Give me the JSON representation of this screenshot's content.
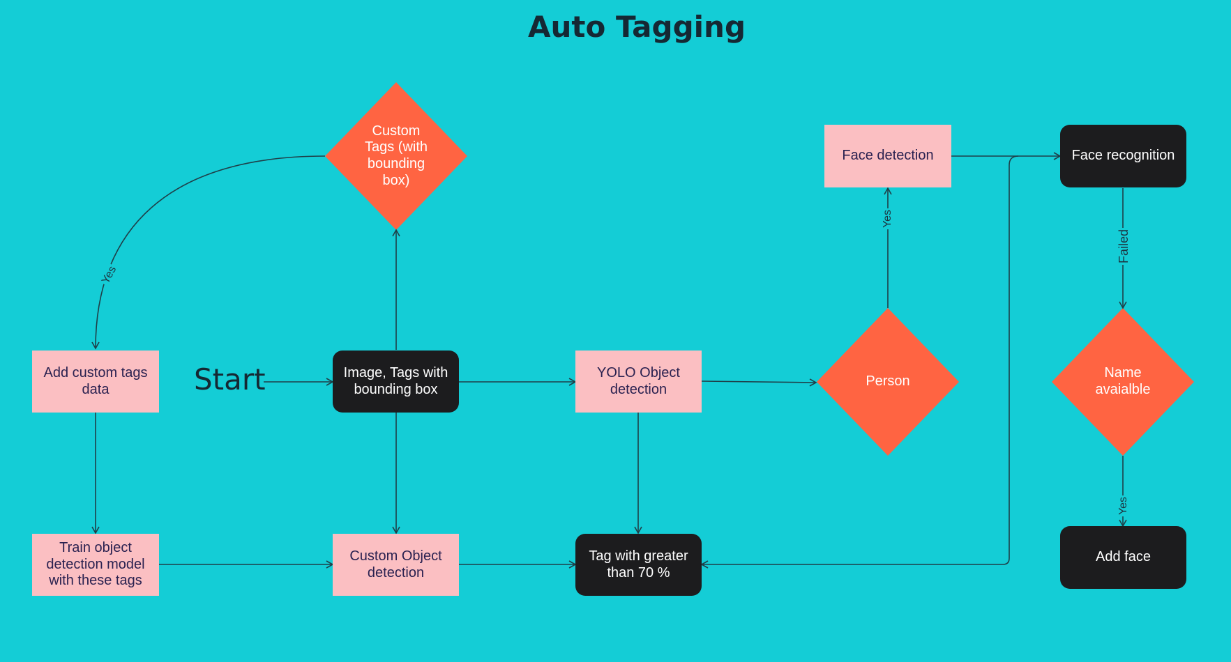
{
  "title": "Auto Tagging",
  "colors": {
    "background": "#14cdd6",
    "process_fill": "#fbbfc2",
    "terminal_fill": "#1c1c1e",
    "decision_fill": "#ff6442",
    "edge": "#1f3f48"
  },
  "start": "Start",
  "nodes": {
    "add_custom_tags": "Add custom tags data",
    "train_model": "Train object detection model with these tags",
    "image_tags": "Image, Tags with bounding box",
    "custom_tags_decision": "Custom Tags (with bounding box)",
    "custom_object_detection": "Custom Object detection",
    "yolo": "YOLO Object detection",
    "tag_greater": "Tag with greater than 70 %",
    "person": "Person",
    "face_detection": "Face detection",
    "face_recognition": "Face recognition",
    "name_available": "Name avaialble",
    "add_face": "Add face"
  },
  "edge_labels": {
    "custom_yes": "Yes",
    "person_yes": "Yes",
    "failed": "Failed",
    "name_yes": "Yes"
  }
}
